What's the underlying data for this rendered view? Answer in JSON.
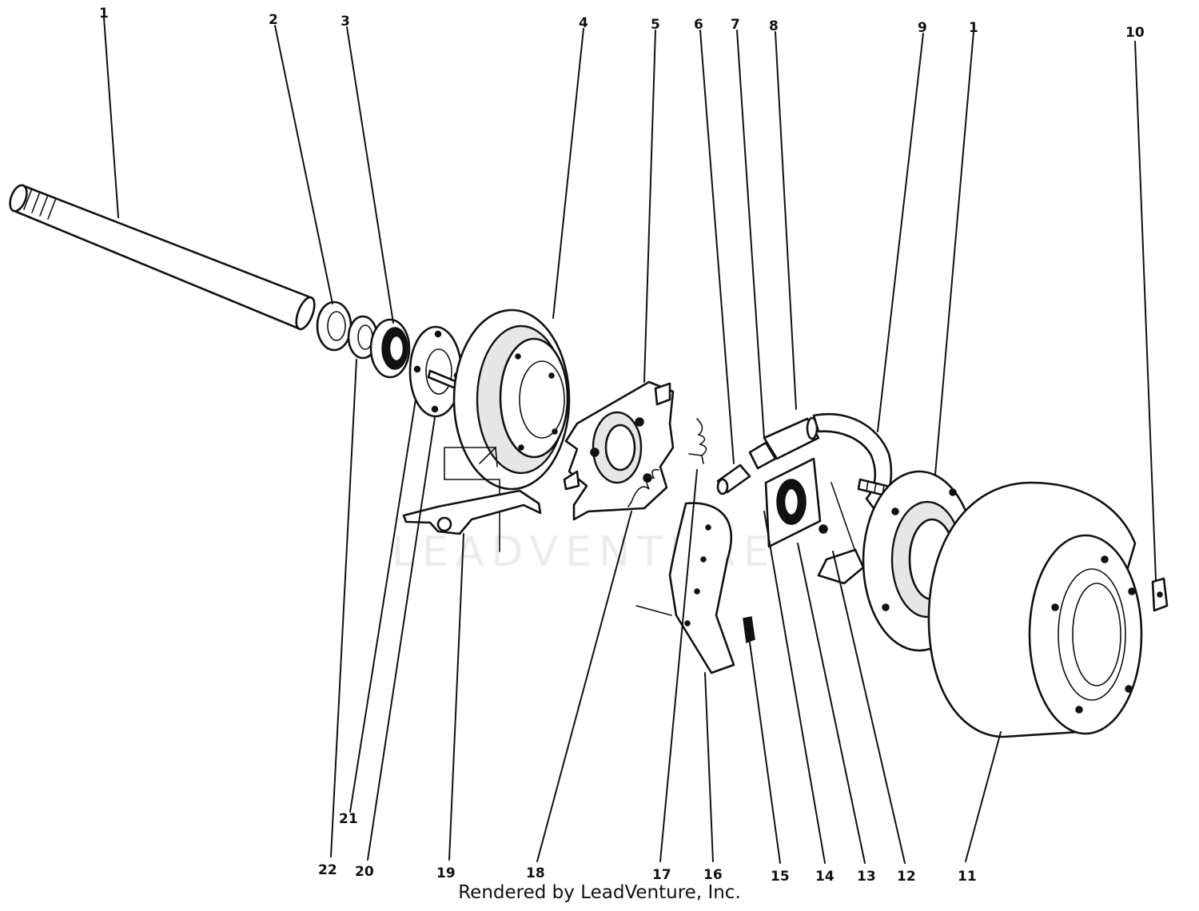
{
  "watermark": "LEADVENTURE",
  "credit": "Rendered by LeadVenture, Inc.",
  "callouts": {
    "c1a": "1",
    "c2": "2",
    "c3": "3",
    "c4": "4",
    "c5": "5",
    "c6": "6",
    "c7": "7",
    "c8": "8",
    "c9": "9",
    "c1b": "1",
    "c10": "10",
    "c22": "22",
    "c21": "21",
    "c20": "20",
    "c19": "19",
    "c18": "18",
    "c17": "17",
    "c16": "16",
    "c15": "15",
    "c14": "14",
    "c13": "13",
    "c12": "12",
    "c11": "11"
  }
}
